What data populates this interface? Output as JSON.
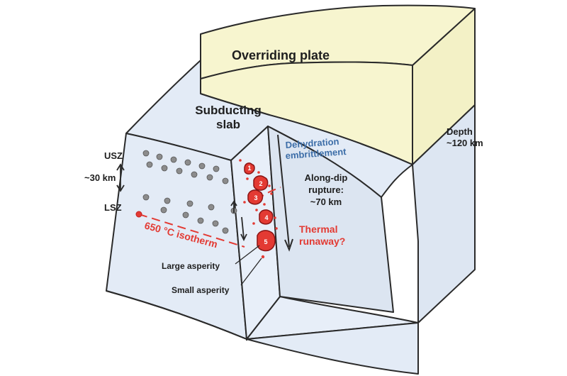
{
  "labels": {
    "overriding_plate": "Overriding plate",
    "subducting_line1": "Subducting",
    "subducting_line2": "slab",
    "depth_line1": "Depth",
    "depth_line2": "~120 km",
    "usz": "USZ",
    "thickness": "~30 km",
    "lsz": "LSZ",
    "isotherm": "650 °C isotherm",
    "dehydration_line1": "Dehydration",
    "dehydration_line2": "embrittlement",
    "alongdip_line1": "Along-dip",
    "alongdip_line2": "rupture:",
    "alongdip_line3": "~70 km",
    "thermal_line1": "Thermal",
    "thermal_line2": "runaway?",
    "large_asperity": "Large asperity",
    "small_asperity": "Small asperity"
  },
  "asperity_numbers": [
    "1",
    "2",
    "3",
    "4",
    "5"
  ],
  "colors": {
    "plate_fill": "#f7f5cf",
    "slab_fill": "#e3ebf6",
    "outline": "#2a2a2a",
    "blue_text": "#3d6ea8",
    "red": "#e33a33",
    "red_dark": "#c41f1f",
    "dot": "#8c8c8c"
  }
}
